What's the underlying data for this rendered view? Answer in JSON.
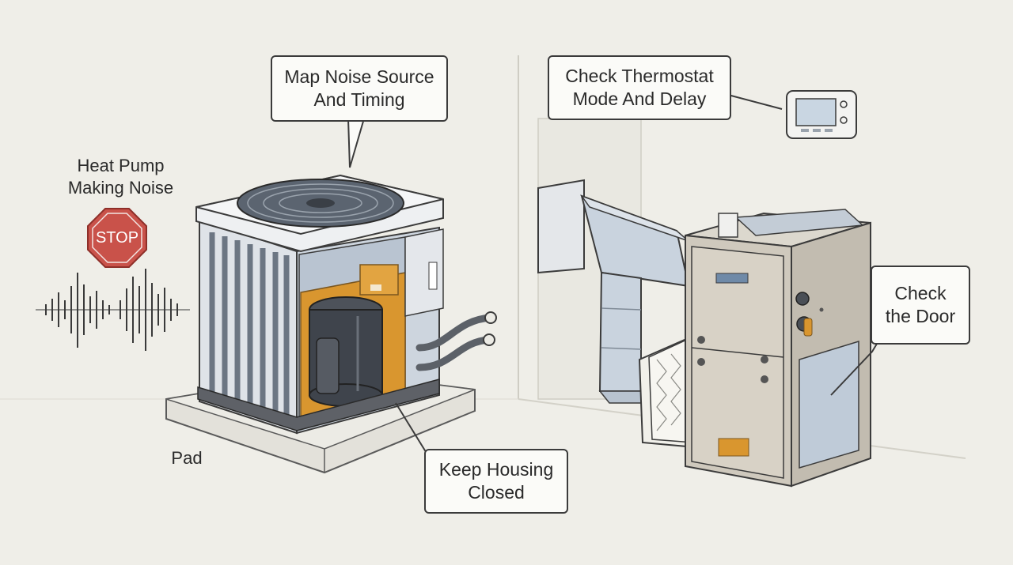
{
  "callouts": {
    "noise_source": {
      "line1": "Map Noise Source",
      "line2": "And Timing"
    },
    "thermostat": {
      "line1": "Check Thermostat",
      "line2": "Mode And Delay"
    },
    "housing": {
      "line1": "Keep Housing",
      "line2": "Closed"
    },
    "door": {
      "line1": "Check",
      "line2": "the Door"
    }
  },
  "labels": {
    "title_line1": "Heat Pump",
    "title_line2": "Making Noise",
    "stop_sign": "STOP",
    "pad": "Pad"
  },
  "colors": {
    "background": "#efeee8",
    "stop_red": "#c9524a",
    "compressor_orange": "#d9962f",
    "outline": "#3b3b3b",
    "duct_blue": "#c9d3de"
  }
}
